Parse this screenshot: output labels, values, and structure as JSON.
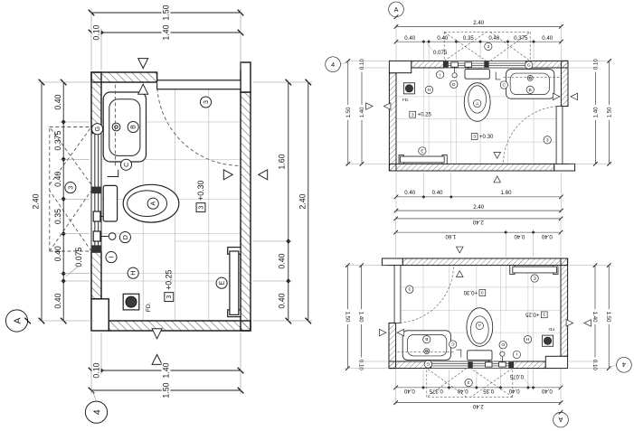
{
  "sheet": {
    "type": "bathroom-floor-plan-drawing",
    "views": [
      {
        "name": "plan-view-rotated-90"
      },
      {
        "name": "plan-view-landscape"
      },
      {
        "name": "plan-view-rotated-180"
      }
    ]
  },
  "plan": {
    "grid_markers": {
      "section_a": "A",
      "section_4": "4"
    },
    "keynote": "3",
    "floor_drain_label": "FD.",
    "levels": {
      "tag": "3",
      "left_platform": "+0.25",
      "toilet_platform": "+0.30"
    },
    "fixture_tags": {
      "toilet": "A",
      "washbasin": "B",
      "hook": "C",
      "valve_d": "D",
      "bench": "E",
      "mirror": "G",
      "valve_h": "H",
      "valve_i": "I"
    },
    "dimensions": {
      "width_total": {
        "label": "2.40",
        "value": 2.4
      },
      "width_segments": [
        {
          "label": "0.40",
          "value": 0.4
        },
        {
          "label": "0.075",
          "value": 0.075
        },
        {
          "label": "0.40",
          "value": 0.4
        },
        {
          "label": "0.35",
          "value": 0.35
        },
        {
          "label": "0.40",
          "value": 0.4
        },
        {
          "label": "0.375",
          "value": 0.375
        },
        {
          "label": "0.40",
          "value": 0.4
        }
      ],
      "height_total": {
        "label": "1.50",
        "value": 1.5
      },
      "height_segments": [
        {
          "label": "0.10",
          "value": 0.1
        },
        {
          "label": "1.40",
          "value": 1.4
        }
      ],
      "bottom_total": {
        "label": "2.40",
        "value": 2.4
      },
      "bottom_segments": [
        {
          "label": "0.40",
          "value": 0.4
        },
        {
          "label": "0.40",
          "value": 0.4
        },
        {
          "label": "1.60",
          "value": 1.6
        }
      ]
    }
  }
}
